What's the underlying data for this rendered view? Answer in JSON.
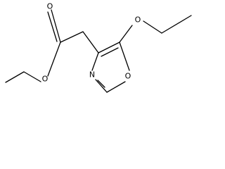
{
  "structure": {
    "atoms": {
      "carbonyl_oxygen": "O",
      "ester_oxygen": "O",
      "ethoxy_oxygen": "O",
      "ring_nitrogen": "N",
      "ring_oxygen": "O"
    },
    "colors": {
      "bond": "#000000",
      "label": "#000000",
      "background": "#ffffff"
    }
  }
}
